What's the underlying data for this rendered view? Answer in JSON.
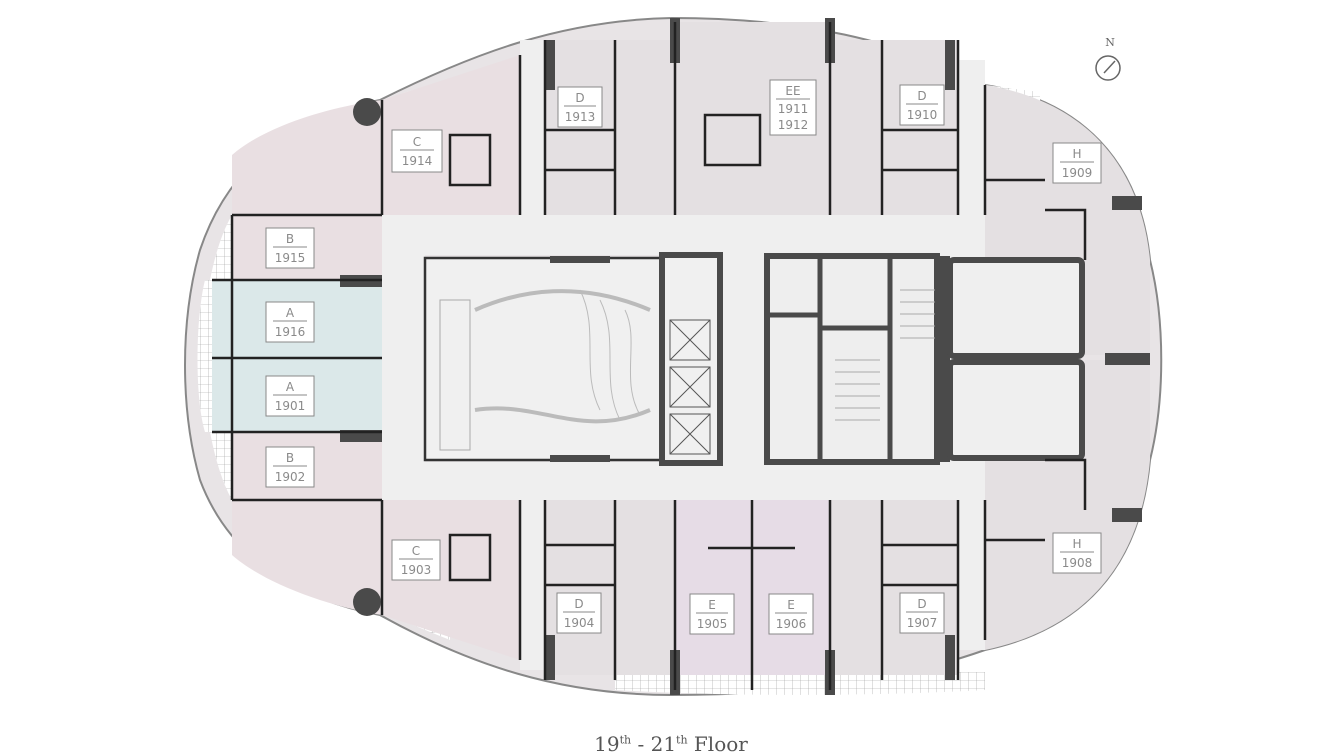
{
  "title": {
    "from_floor": "19",
    "from_suffix": "th",
    "separator": " - ",
    "to_floor": "21",
    "to_suffix": "th",
    "word": " Floor"
  },
  "compass": {
    "label": "N"
  },
  "colors": {
    "unit_pink": "#e9dfe2",
    "unit_grey": "#e4e0e2",
    "unit_teal": "#dbe8e9",
    "unit_lilac": "#e6dce6",
    "corridor": "#efefef",
    "core_wall": "#4a4a4a",
    "wall": "#222222"
  },
  "units": [
    {
      "type": "C",
      "number": "1914"
    },
    {
      "type": "D",
      "number": "1913"
    },
    {
      "type": "EE",
      "number": "1911",
      "number2": "1912"
    },
    {
      "type": "D",
      "number": "1910"
    },
    {
      "type": "H",
      "number": "1909"
    },
    {
      "type": "B",
      "number": "1915"
    },
    {
      "type": "A",
      "number": "1916"
    },
    {
      "type": "A",
      "number": "1901"
    },
    {
      "type": "B",
      "number": "1902"
    },
    {
      "type": "C",
      "number": "1903"
    },
    {
      "type": "D",
      "number": "1904"
    },
    {
      "type": "E",
      "number": "1905"
    },
    {
      "type": "E",
      "number": "1906"
    },
    {
      "type": "D",
      "number": "1907"
    },
    {
      "type": "H",
      "number": "1908"
    }
  ]
}
